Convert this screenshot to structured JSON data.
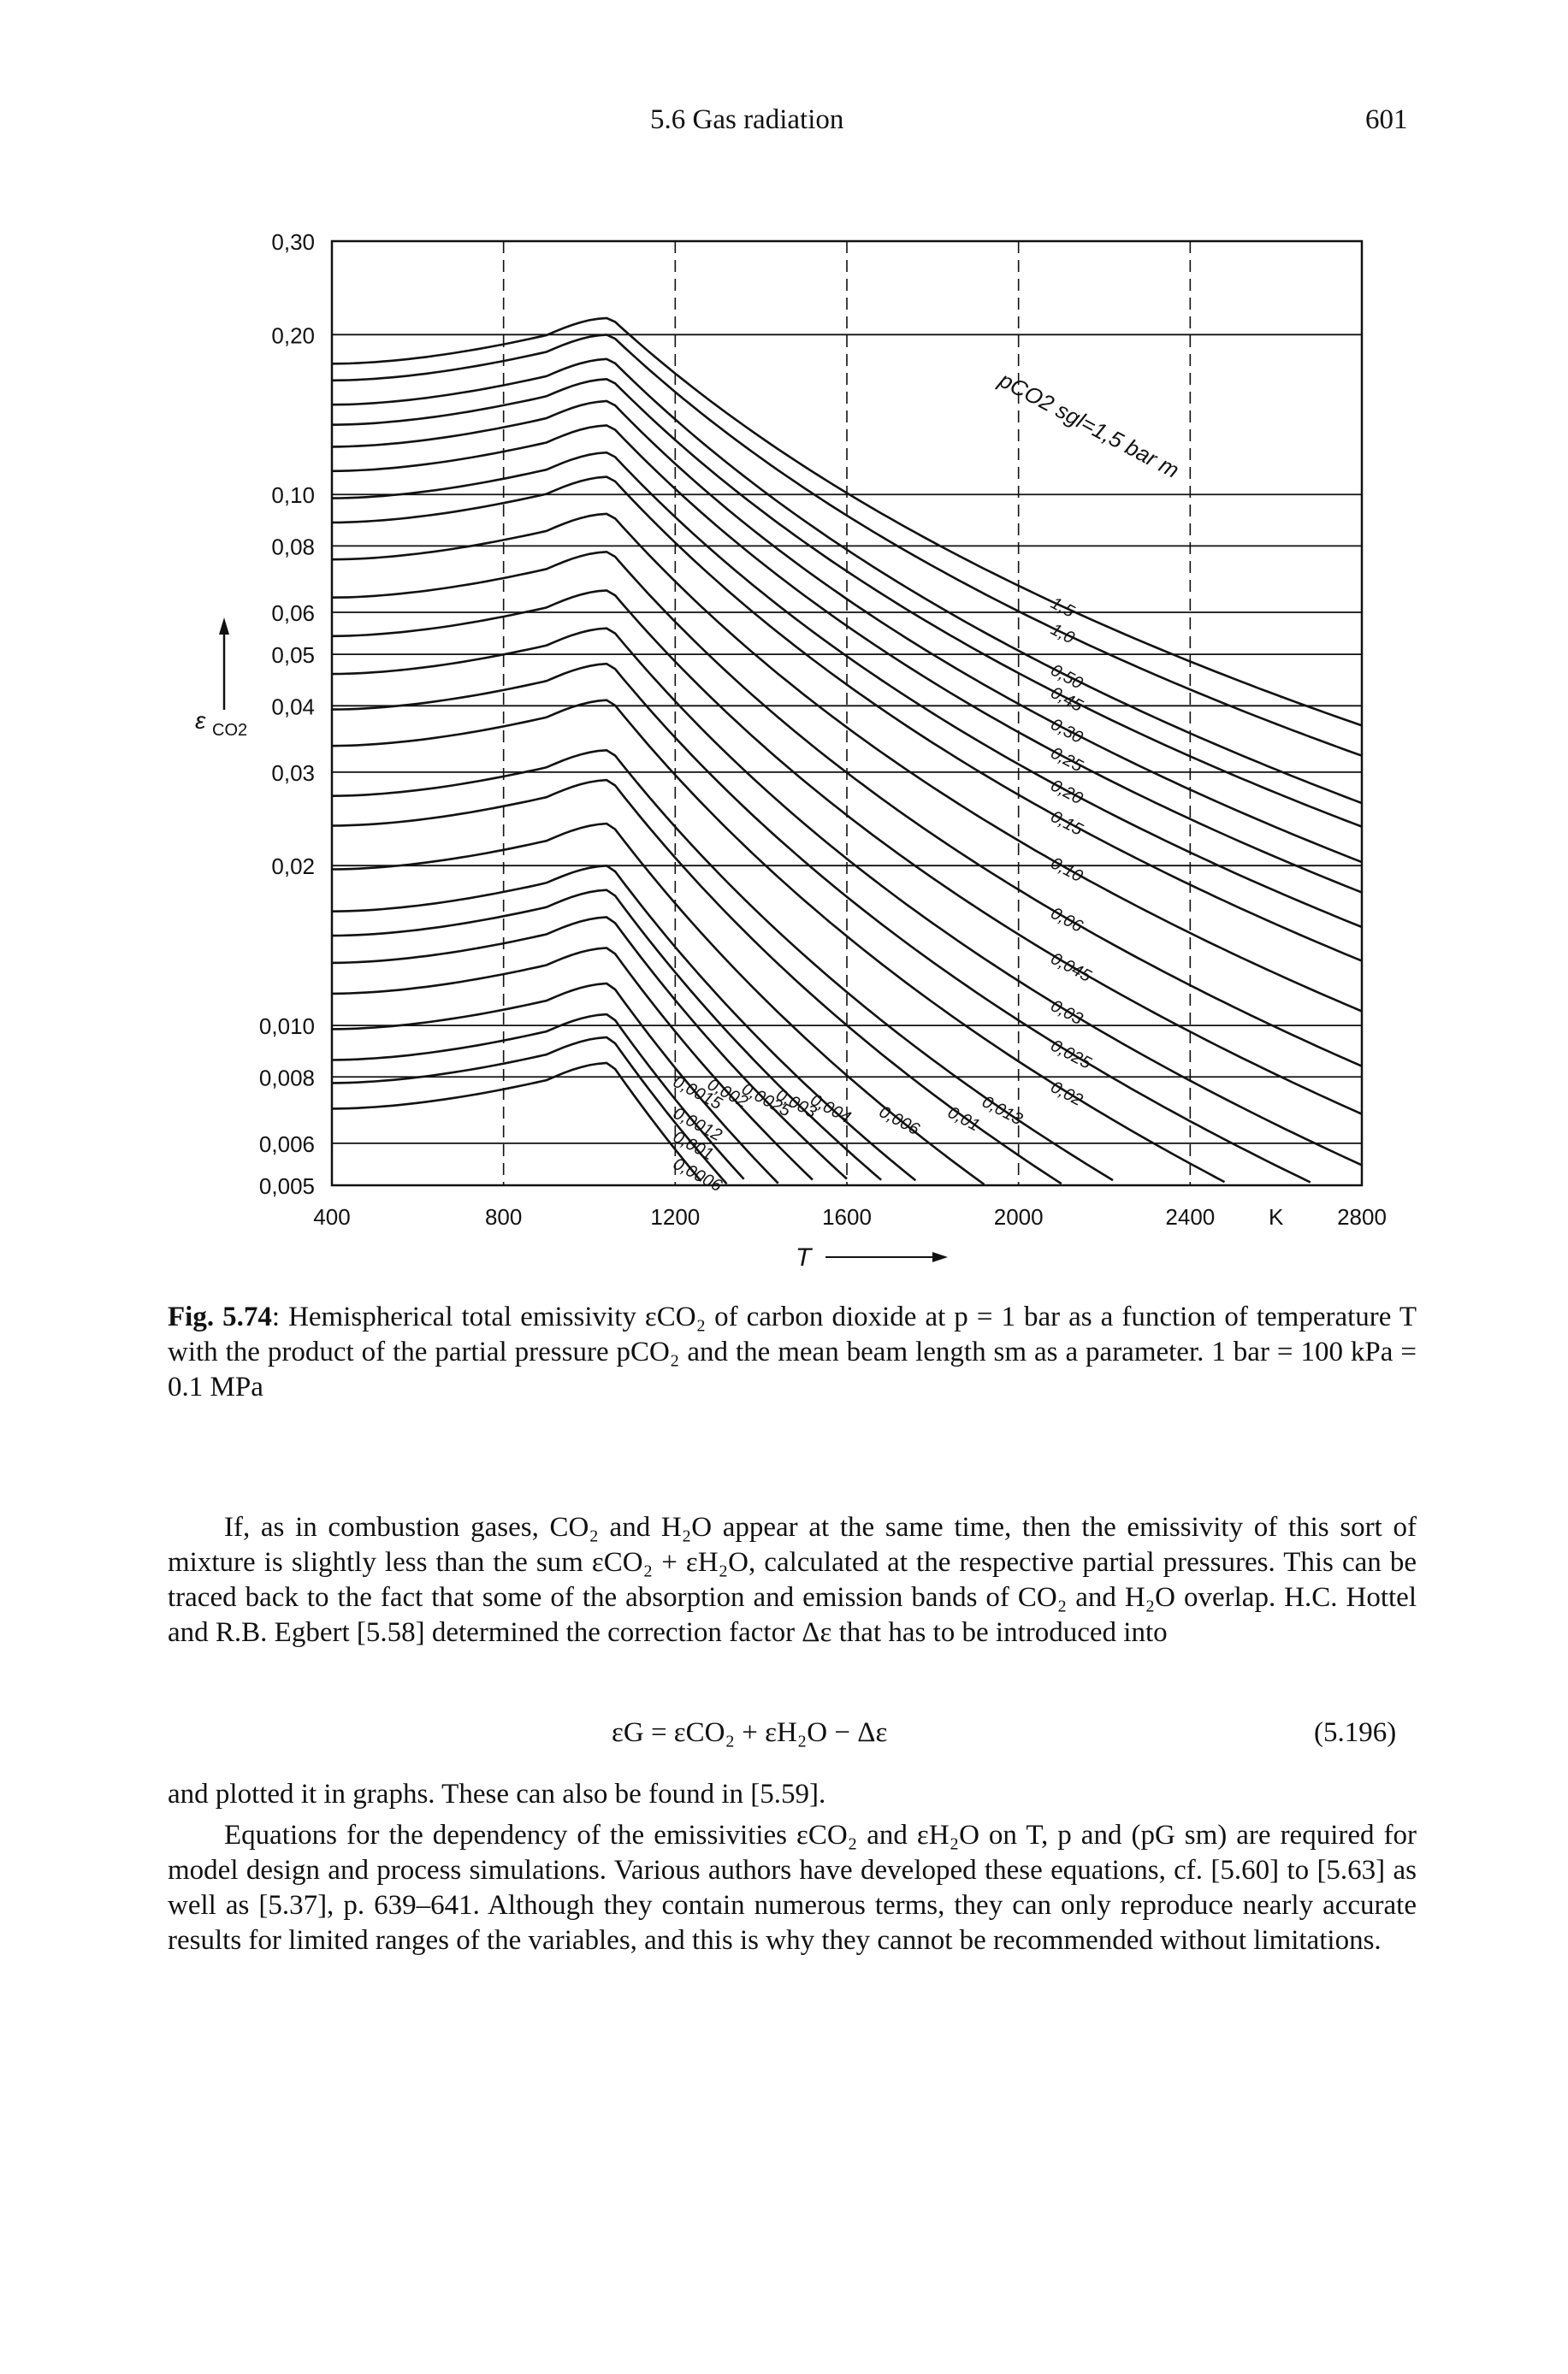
{
  "header": {
    "section": "5.6 Gas radiation",
    "page_number": "601"
  },
  "chart_data": {
    "type": "line",
    "x_axis": {
      "label": "T",
      "unit": "K",
      "range": [
        400,
        2800
      ],
      "ticks": [
        "400",
        "800",
        "1200",
        "1600",
        "2000",
        "2400",
        "2800"
      ]
    },
    "y_axis": {
      "label": "ε",
      "label_subscript": "CO2",
      "scale": "log",
      "range": [
        0.005,
        0.3
      ],
      "ticks": [
        "0,30",
        "0,20",
        "0,10",
        "0,08",
        "0,06",
        "0,05",
        "0,04",
        "0,03",
        "0,02",
        "0,010",
        "0,008",
        "0,006",
        "0,005"
      ]
    },
    "grid": true,
    "unit_label_on_axis": "K",
    "parameter_label": "pCO2 sgl=1,5 bar m",
    "series": [
      {
        "label": "1,5",
        "param": 1.5,
        "peak": 0.215
      },
      {
        "label": "1,0",
        "param": 1.0,
        "peak": 0.2
      },
      {
        "label": "0,50",
        "param": 0.5,
        "peak": 0.18
      },
      {
        "label": "0,45",
        "param": 0.45,
        "peak": 0.165
      },
      {
        "label": "0,30",
        "param": 0.3,
        "peak": 0.15
      },
      {
        "label": "0,25",
        "param": 0.25,
        "peak": 0.135
      },
      {
        "label": "0,20",
        "param": 0.2,
        "peak": 0.12
      },
      {
        "label": "0,15",
        "param": 0.15,
        "peak": 0.108
      },
      {
        "label": "0,10",
        "param": 0.1,
        "peak": 0.092
      },
      {
        "label": "0,06",
        "param": 0.06,
        "peak": 0.078
      },
      {
        "label": "0,045",
        "param": 0.045,
        "peak": 0.066
      },
      {
        "label": "0,03",
        "param": 0.03,
        "peak": 0.056
      },
      {
        "label": "0,025",
        "param": 0.025,
        "peak": 0.048
      },
      {
        "label": "0,02",
        "param": 0.02,
        "peak": 0.041
      },
      {
        "label": "0,013",
        "param": 0.013,
        "peak": 0.033
      },
      {
        "label": "0,01",
        "param": 0.01,
        "peak": 0.029
      },
      {
        "label": "0,006",
        "param": 0.006,
        "peak": 0.024
      },
      {
        "label": "0,004",
        "param": 0.004,
        "peak": 0.02
      },
      {
        "label": "0,003",
        "param": 0.003,
        "peak": 0.018
      },
      {
        "label": "0,0025",
        "param": 0.0025,
        "peak": 0.016
      },
      {
        "label": "0,002",
        "param": 0.002,
        "peak": 0.014
      },
      {
        "label": "0,0015",
        "param": 0.0015,
        "peak": 0.012
      },
      {
        "label": "0,0012",
        "param": 0.0012,
        "peak": 0.0105
      },
      {
        "label": "0,001",
        "param": 0.001,
        "peak": 0.0095
      },
      {
        "label": "0,0006",
        "param": 0.0006,
        "peak": 0.0085
      }
    ]
  },
  "caption": {
    "label": "Fig. 5.74",
    "text": "Hemispherical total emissivity εCO₂ of carbon dioxide at p = 1 bar as a function of temperature T with the product of the partial pressure pCO₂ and the mean beam length sm as a parameter. 1 bar = 100 kPa = 0.1 MPa"
  },
  "body": {
    "paragraph1": "If, as in combustion gases, CO₂ and H₂O appear at the same time, then the emissivity of this sort of mixture is slightly less than the sum εCO₂ + εH₂O, calculated at the respective partial pressures. This can be traced back to the fact that some of the absorption and emission bands of CO₂ and H₂O overlap. H.C. Hottel and R.B. Egbert [5.58] determined the correction factor Δε that has to be introduced into",
    "equation": "εG = εCO₂ + εH₂O − Δε",
    "equation_number": "(5.196)",
    "paragraph2": "and plotted it in graphs. These can also be found in [5.59].",
    "paragraph3": "Equations for the dependency of the emissivities εCO₂ and εH₂O on T, p and (pG sm) are required for model design and process simulations. Various authors have developed these equations, cf. [5.60] to [5.63] as well as [5.37], p. 639–641. Although they contain numerous terms, they can only reproduce nearly accurate results for limited ranges of the variables, and this is why they cannot be recommended without limitations."
  }
}
